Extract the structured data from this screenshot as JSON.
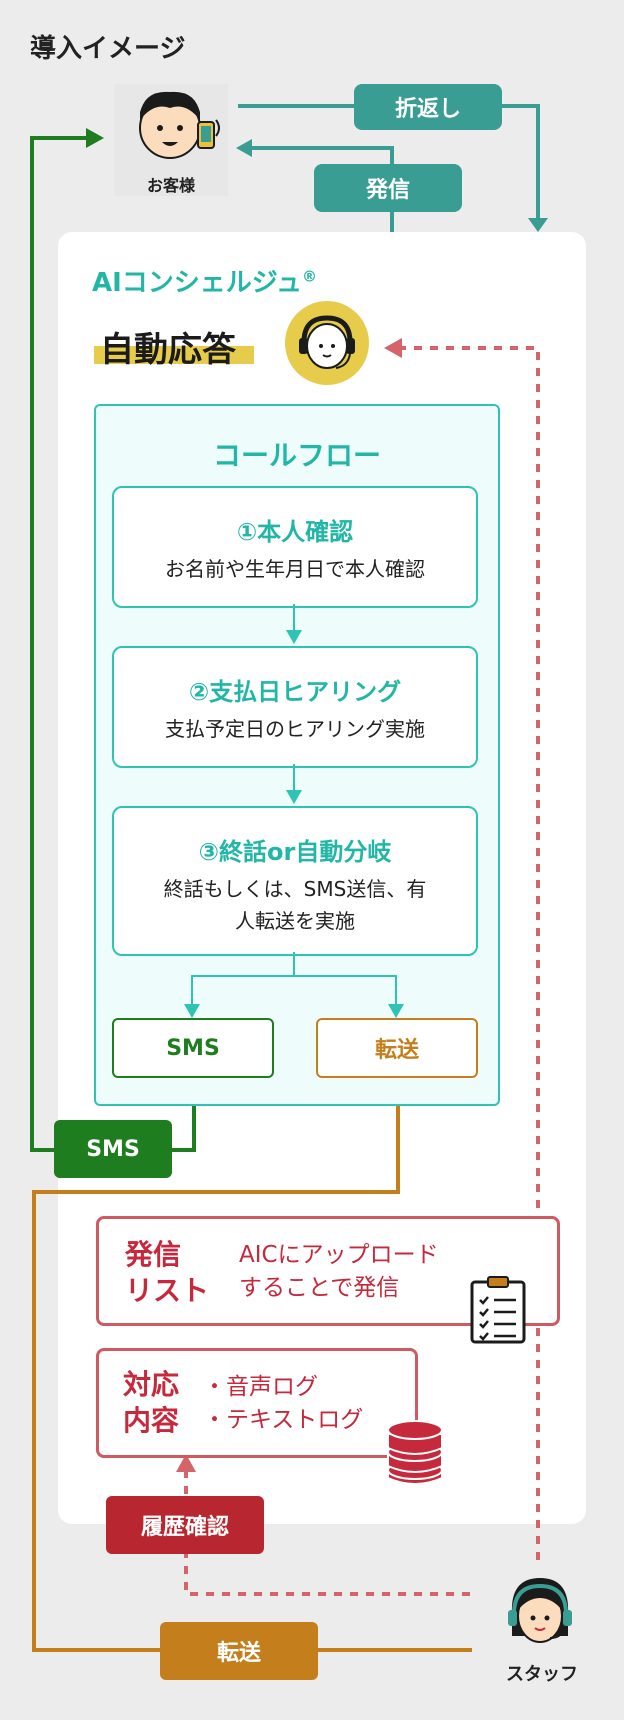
{
  "title": "導入イメージ",
  "customer": {
    "label": "お客様"
  },
  "chips": {
    "callback": "折返し",
    "outgoing": "発信",
    "sms_out": "SMS",
    "transfer_out": "転送",
    "history": "履歴確認"
  },
  "aic": {
    "brand": "AIコンシェルジュ",
    "registered": "®",
    "auto_answer": "自動応答"
  },
  "flow": {
    "title": "コールフロー",
    "steps": [
      {
        "heading": "①本人確認",
        "body": [
          "お名前や生年月日で本人確認"
        ]
      },
      {
        "heading": "②支払日ヒアリング",
        "body": [
          "支払予定日のヒアリング実施"
        ]
      },
      {
        "heading": "③終話or自動分岐",
        "body": [
          "終話もしくは、SMS送信、有",
          "人転送を実施"
        ]
      }
    ],
    "branches": {
      "sms": "SMS",
      "transfer": "転送"
    }
  },
  "call_list": {
    "label_lines": [
      "発信",
      "リスト"
    ],
    "text_lines": [
      "AICにアップロード",
      "することで発信"
    ]
  },
  "response": {
    "label_lines": [
      "対応",
      "内容"
    ],
    "items": [
      "・音声ログ",
      "・テキストログ"
    ]
  },
  "staff": {
    "label": "スタッフ"
  },
  "colors": {
    "teal": "#3a9d93",
    "green": "#1e7d1e",
    "orange": "#c47f1c",
    "red": "#c6283c",
    "dotted_red": "#d5646a",
    "flow_border": "#2fc3b4",
    "yellow": "#e7cc4b"
  }
}
